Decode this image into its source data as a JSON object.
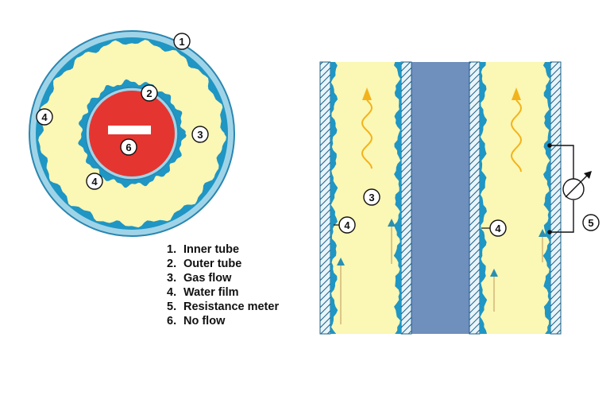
{
  "colors": {
    "gas": "#fbf7b4",
    "water_light": "#8fd0e8",
    "water_dark": "#1f96c4",
    "tube_hatch": "#1a5f86",
    "core": "#6f8fbd",
    "no_flow": "#e53530",
    "arrow": "#f2b31c",
    "arrow_teal": "#2a8fb2"
  },
  "callouts": {
    "c1": "1",
    "c2": "2",
    "c3": "3",
    "c4": "4",
    "c5": "5",
    "c6": "6"
  },
  "legend": [
    {
      "number": "1.",
      "label": "Inner tube"
    },
    {
      "number": "2.",
      "label": "Outer tube"
    },
    {
      "number": "3.",
      "label": "Gas flow"
    },
    {
      "number": "4.",
      "label": "Water film"
    },
    {
      "number": "5.",
      "label": "Resistance meter"
    },
    {
      "number": "6.",
      "label": "No flow"
    }
  ]
}
